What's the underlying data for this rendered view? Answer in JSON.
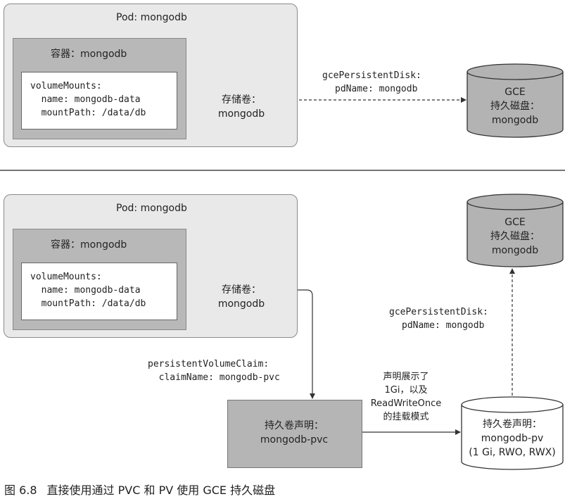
{
  "top": {
    "pod_label": "Pod: mongodb",
    "container_label": "容器：mongodb",
    "volume_mounts": [
      "volumeMounts:",
      "  name: mongodb-data",
      "  mountPath: /data/db"
    ],
    "volume_line1": "存储卷：",
    "volume_line2": "mongodb",
    "edge_label_line1": "gcePersistentDisk:",
    "edge_label_line2": "pdName: mongodb",
    "disk_line1": "GCE",
    "disk_line2": "持久磁盘：",
    "disk_line3": "mongodb"
  },
  "bottom": {
    "pod_label": "Pod: mongodb",
    "container_label": "容器：mongodb",
    "volume_mounts": [
      "volumeMounts:",
      "  name: mongodb-data",
      "  mountPath: /data/db"
    ],
    "volume_line1": "存储卷：",
    "volume_line2": "mongodb",
    "disk_line1": "GCE",
    "disk_line2": "持久磁盘：",
    "disk_line3": "mongodb",
    "edge_gce_line1": "gcePersistentDisk:",
    "edge_gce_line2": "pdName: mongodb",
    "edge_pvc_line1": "persistentVolumeClaim:",
    "edge_pvc_line2": "  claimName: mongodb-pvc",
    "pvc_line1": "持久卷声明：",
    "pvc_line2": "mongodb-pvc",
    "bind_label": [
      "声明展示了",
      "1Gi，以及",
      "ReadWriteOnce",
      "的挂载模式"
    ],
    "pv_line1": "持久卷声明：",
    "pv_line2": "mongodb-pv",
    "pv_line3": "(1 Gi, RWO, RWX)"
  },
  "caption": {
    "number": "图 6.8",
    "text": "直接使用通过 PVC 和 PV 使用 GCE 持久磁盘"
  }
}
